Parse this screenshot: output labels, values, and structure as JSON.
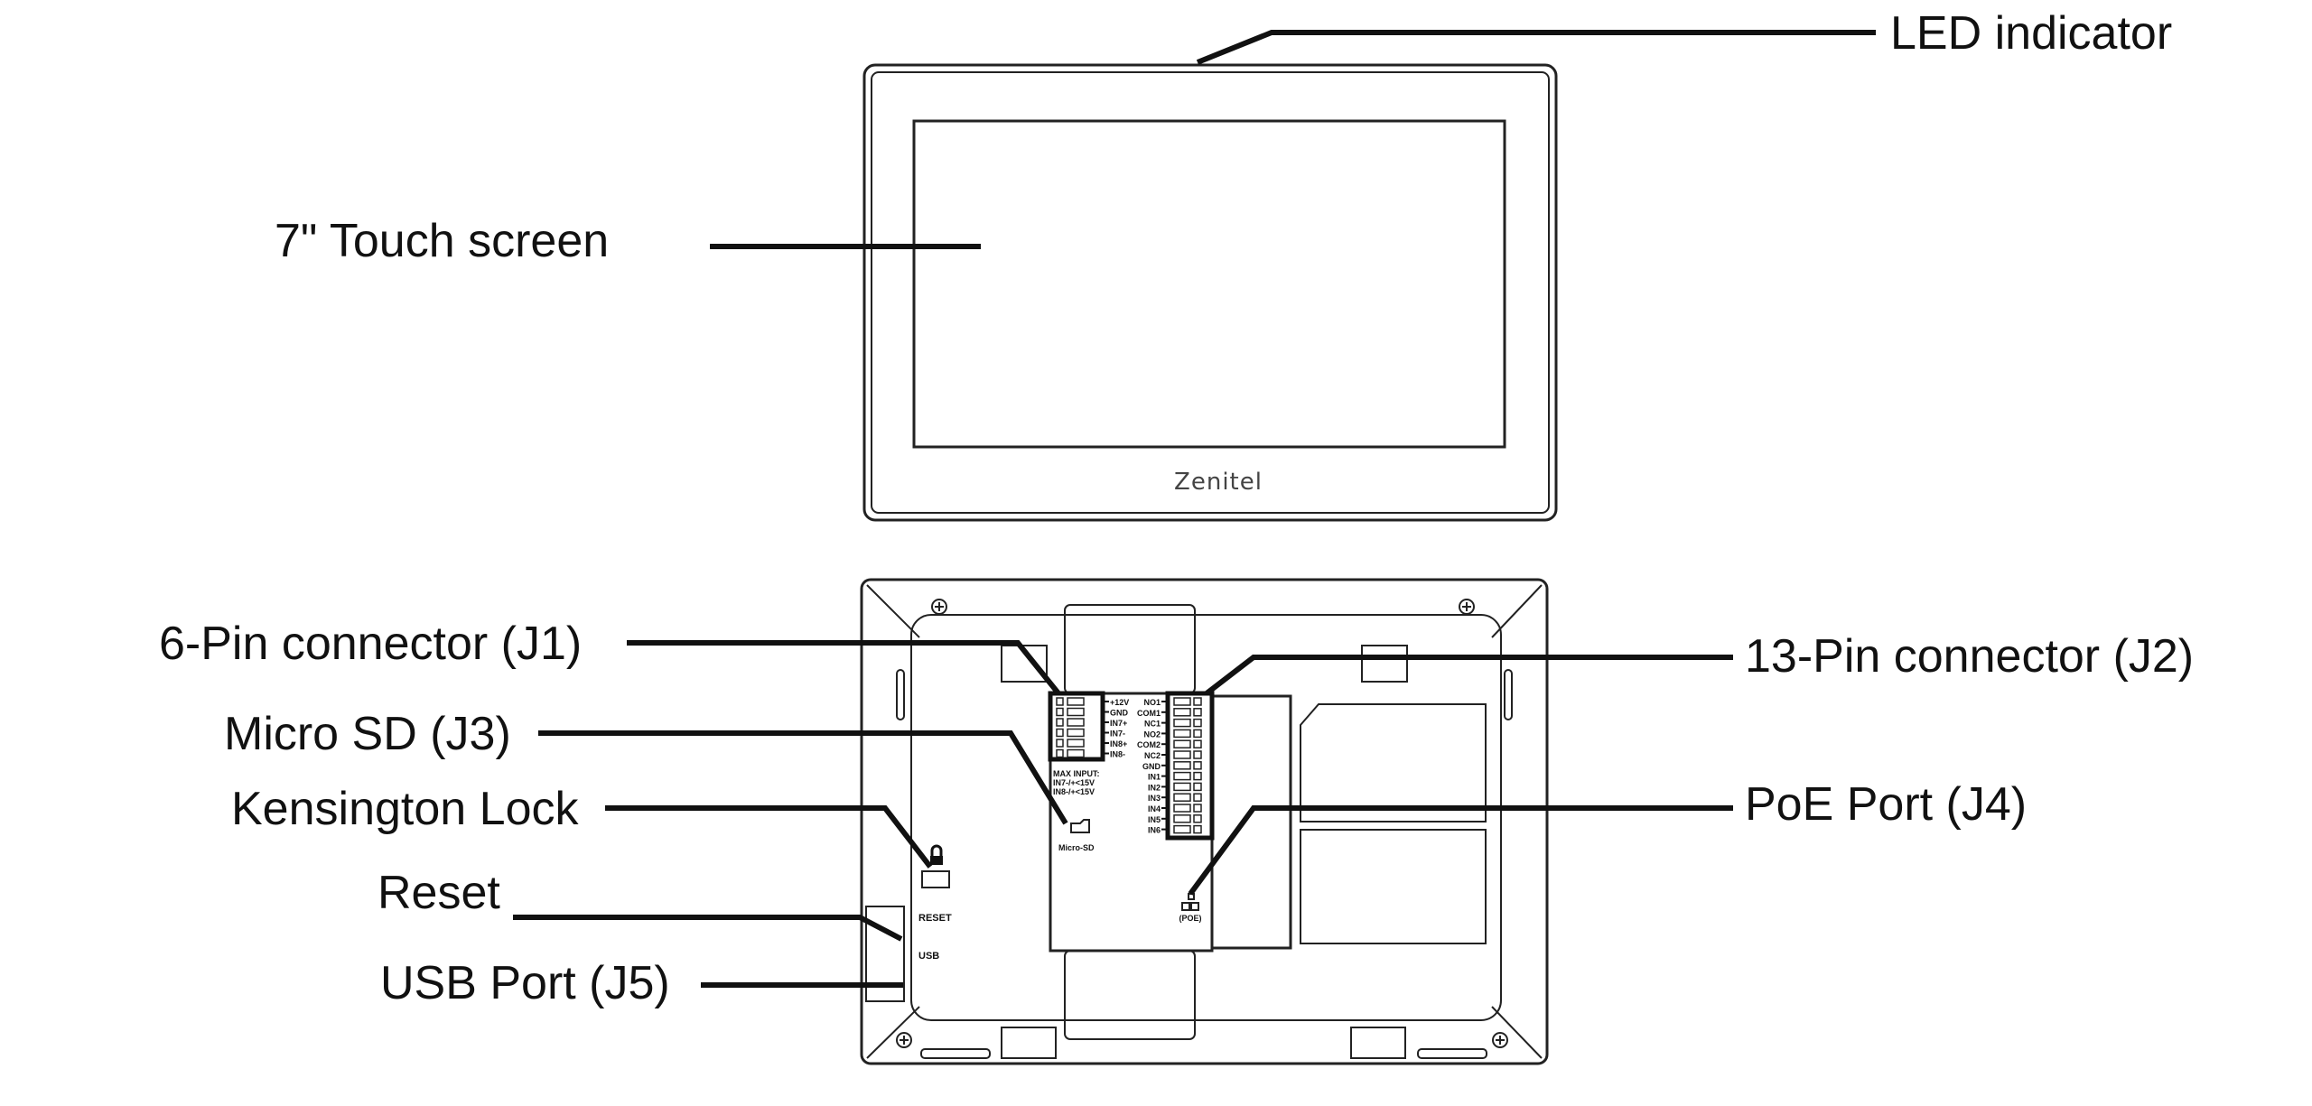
{
  "callouts": {
    "led": "LED indicator",
    "touch_screen": "7\" Touch screen",
    "j1": "6-Pin connector (J1)",
    "j2": "13-Pin connector (J2)",
    "j3": "Micro SD (J3)",
    "j4": "PoE Port (J4)",
    "kensington": "Kensington Lock",
    "reset": "Reset",
    "usb": "USB Port (J5)"
  },
  "front": {
    "brand": "Zenitel"
  },
  "back": {
    "reset_label": "RESET",
    "usb_label": "USB",
    "microsd_label": "Micro-SD",
    "poe_label": "(POE)",
    "max_input": [
      "MAX INPUT:",
      "IN7-/+<15V",
      "IN8-/+<15V"
    ],
    "j1_pins": [
      "+12V",
      "GND",
      "IN7+",
      "IN7-",
      "IN8+",
      "IN8-"
    ],
    "j2_pins": [
      "NO1",
      "COM1",
      "NC1",
      "NO2",
      "COM2",
      "NC2",
      "GND",
      "IN1",
      "IN2",
      "IN3",
      "IN4",
      "IN5",
      "IN6"
    ]
  }
}
